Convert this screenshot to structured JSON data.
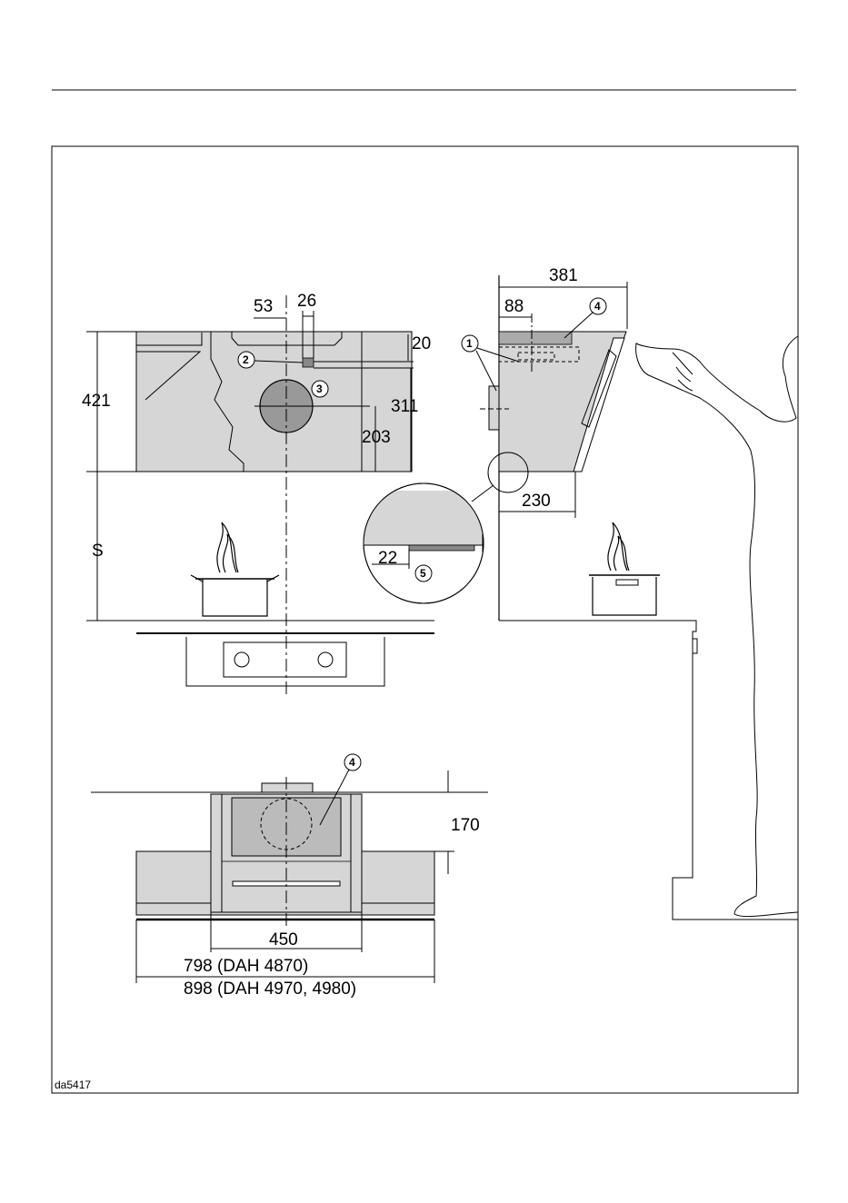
{
  "drawing_code": "da5417",
  "dimensions": {
    "d381": "381",
    "d88": "88",
    "d53": "53",
    "d26": "26",
    "d20": "20",
    "d421": "421",
    "d311": "311",
    "d203": "203",
    "dS": "S",
    "d230": "230",
    "d22": "22",
    "d170": "170",
    "d450": "450",
    "d798": "798 (DAH 4870)",
    "d898": "898 (DAH 4970, 4980)"
  },
  "callouts": {
    "c1": "1",
    "c2": "2",
    "c3": "3",
    "c4a": "4",
    "c4b": "4",
    "c5": "5"
  },
  "colors": {
    "hood_fill": "#d6d6d6",
    "duct_fill": "#aaaaaa",
    "line": "#000000"
  }
}
